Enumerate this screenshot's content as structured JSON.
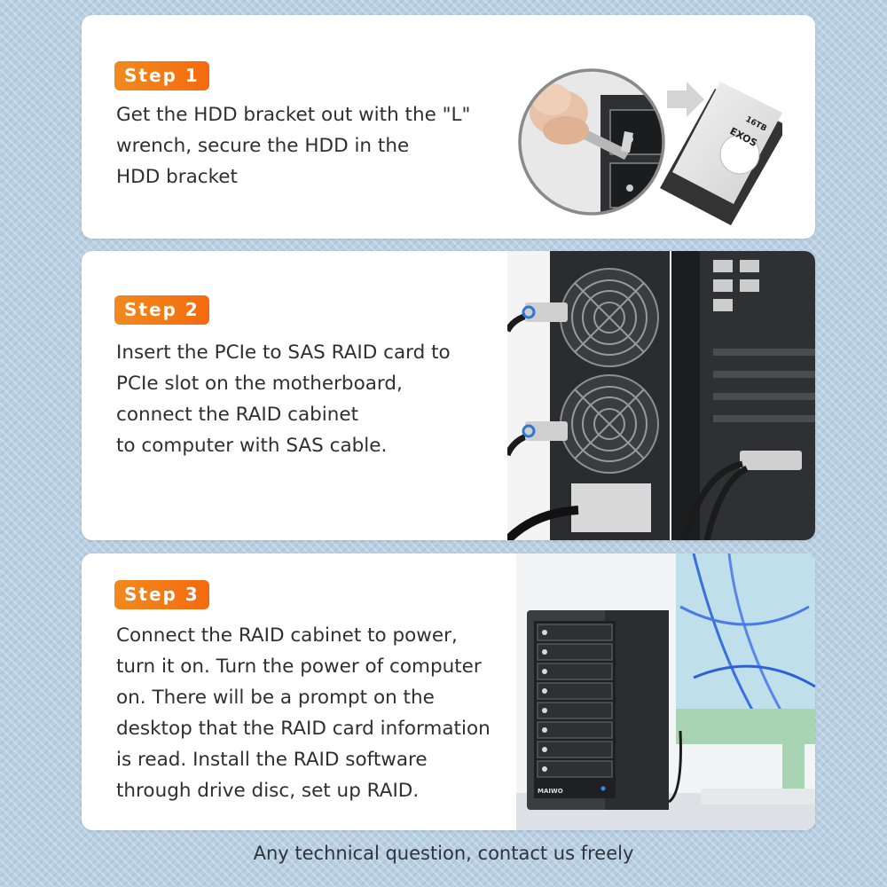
{
  "steps": [
    {
      "badge": "Step 1",
      "lines": [
        "Get the HDD bracket out with the \"L\"",
        "wrench, secure the HDD in the",
        "HDD bracket"
      ],
      "hdd_label_brand": "EXOS",
      "hdd_label_capacity": "16TB"
    },
    {
      "badge": "Step 2",
      "lines": [
        "Insert the PCIe to SAS RAID card to",
        "PCIe slot on the motherboard,",
        "connect the RAID cabinet",
        "to computer with SAS cable."
      ]
    },
    {
      "badge": "Step 3",
      "lines": [
        "Connect the RAID cabinet to power,",
        "turn it on. Turn the power of computer",
        "on. There will be a prompt  on the",
        "desktop that the RAID card information",
        "is read. Install the RAID software",
        "through drive disc, set up RAID."
      ],
      "enclosure_brand": "MAIWO"
    }
  ],
  "footer": "Any technical question, contact us freely",
  "colors": {
    "accent": "#f27a16",
    "background": "#b9cfe2",
    "card": "#ffffff"
  }
}
